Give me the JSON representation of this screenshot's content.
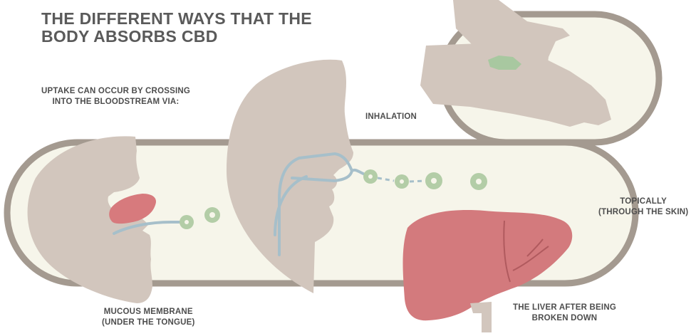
{
  "title": {
    "line1": "THE DIFFERENT WAYS THAT THE",
    "line2": "BODY ABSORBS CBD"
  },
  "labels": {
    "uptake": {
      "line1": "UPTAKE CAN OCCUR BY CROSSING",
      "line2": "INTO THE BLOODSTREAM VIA:"
    },
    "inhalation": "INHALATION",
    "topically": {
      "line1": "TOPICALLY",
      "line2": "(THROUGH THE SKIN)"
    },
    "mucous": {
      "line1": "MUCOUS MEMBRANE",
      "line2": "(UNDER THE TONGUE)"
    },
    "liver": {
      "line1": "THE LIVER AFTER BEING",
      "line2": "BROKEN DOWN"
    }
  },
  "colors": {
    "capsule_fill": "#f6f5ea",
    "capsule_stroke": "#a49a90",
    "skin": "#d2c6bd",
    "tongue": "#d77a7d",
    "liver": "#d37a7d",
    "vessel": "#a6bfca",
    "particle": "#b3cda7",
    "cream": "#a8c8a0"
  }
}
